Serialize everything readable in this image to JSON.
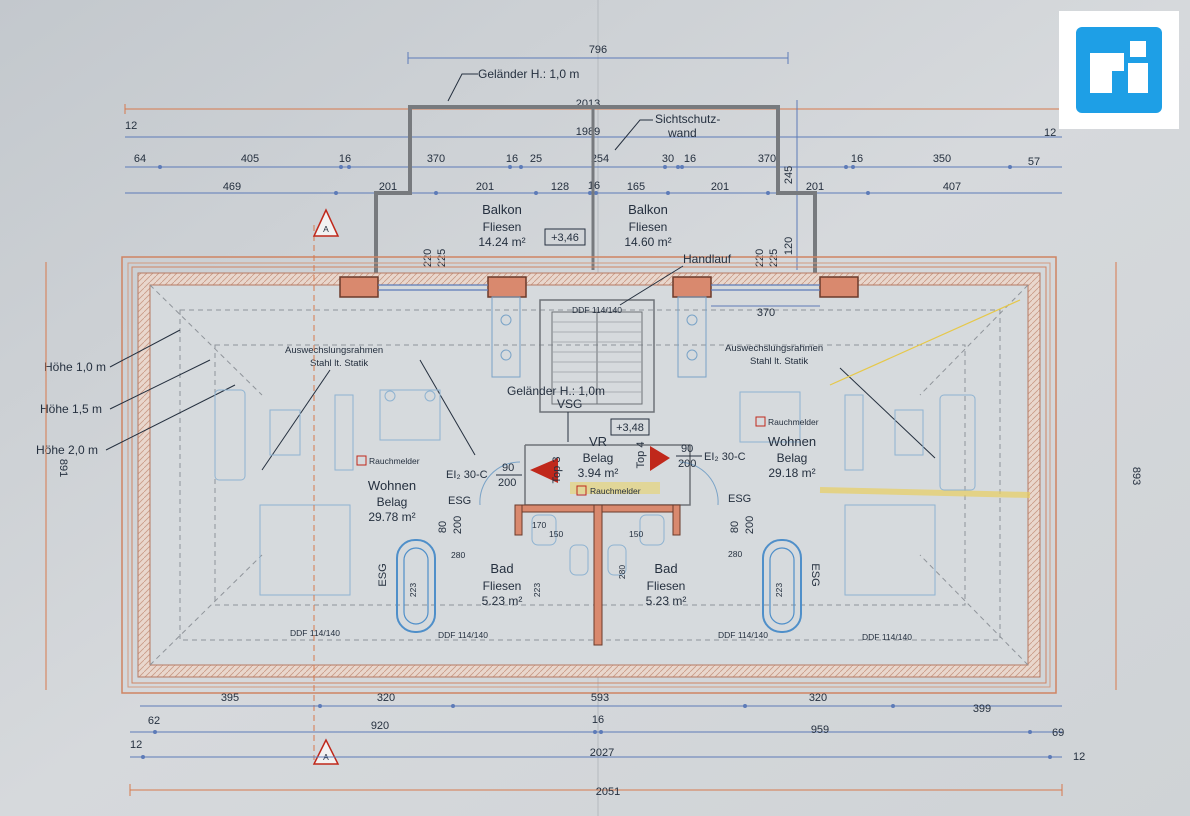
{
  "logo": {
    "name": "brand-logo",
    "color": "#1e9fe6"
  },
  "top_dims": {
    "overall_796": "796",
    "railing_top": "Geländer H.: 1,0 m",
    "overall_2013": "2013",
    "privacy_wall": [
      "Sichtschutz-",
      "wand"
    ],
    "row_1989": "1989",
    "left_12": "12",
    "right_12": "12",
    "row_a": [
      "64",
      "405",
      "16",
      "370",
      "16",
      "25",
      "254",
      "30",
      "16",
      "370",
      "16",
      "350",
      "57"
    ],
    "row_b": [
      "469",
      "201",
      "201",
      "128",
      "16",
      "165",
      "201",
      "201",
      "407"
    ],
    "v_245": "245",
    "v_120": "120",
    "v_220_l": "220",
    "v_225_l": "225",
    "v_220_r": "220",
    "v_225_r": "225"
  },
  "balconies": {
    "left": {
      "name": "Balkon",
      "floor": "Fliesen",
      "area": "14.24 m²"
    },
    "right": {
      "name": "Balkon",
      "floor": "Fliesen",
      "area": "14.60 m²"
    },
    "level": "+3,46"
  },
  "handrail": "Handlauf",
  "ddf_labels": [
    "DDF 114/140",
    "DDF 114/140",
    "DDF 114/140",
    "DDF 114/140"
  ],
  "heights": [
    "Höhe 1,0 m",
    "Höhe 1,5 m",
    "Höhe 2,0 m"
  ],
  "beam_left": [
    "Auswechslungsrahmen",
    "Stahl lt. Statik"
  ],
  "beam_right": [
    "Auswechslungsrahmen",
    "Stahl lt. Statik"
  ],
  "stair": {
    "railing": [
      "Geländer H.: 1,0m",
      "VSG"
    ],
    "level": "+3,48"
  },
  "vr": {
    "name": "VR",
    "floor": "Belag",
    "area": "3.94 m²"
  },
  "smoke_detector": "Rauchmelder",
  "tops": [
    "Top 3",
    "Top 4"
  ],
  "doors": {
    "ei_left": "EI₂ 30-C",
    "ei_right": "EI₂ 30-C",
    "w90": "90",
    "h200": "200"
  },
  "living_left": {
    "name": "Wohnen",
    "floor": "Belag",
    "area": "29.78 m²"
  },
  "living_right": {
    "name": "Wohnen",
    "floor": "Belag",
    "area": "29.18 m²"
  },
  "bath_left": {
    "name": "Bad",
    "floor": "Fliesen",
    "area": "5.23 m²"
  },
  "bath_right": {
    "name": "Bad",
    "floor": "Fliesen",
    "area": "5.23 m²"
  },
  "esg": "ESG",
  "bath_dims": {
    "d80": "80",
    "d200": "200",
    "d280": "280",
    "d150": "150",
    "d170": "170",
    "d223": "223",
    "d280v": "280"
  },
  "side_dims": {
    "left": "891",
    "right": "893"
  },
  "bottom_dims": {
    "row1": [
      "395",
      "320",
      "593",
      "320",
      "399"
    ],
    "row2": [
      "62",
      "920",
      "16",
      "959"
    ],
    "row3_left": "12",
    "row3_mid": "2027",
    "row3_69": "69",
    "row3_right": "12",
    "overall": "2051"
  },
  "section_mark": "A"
}
